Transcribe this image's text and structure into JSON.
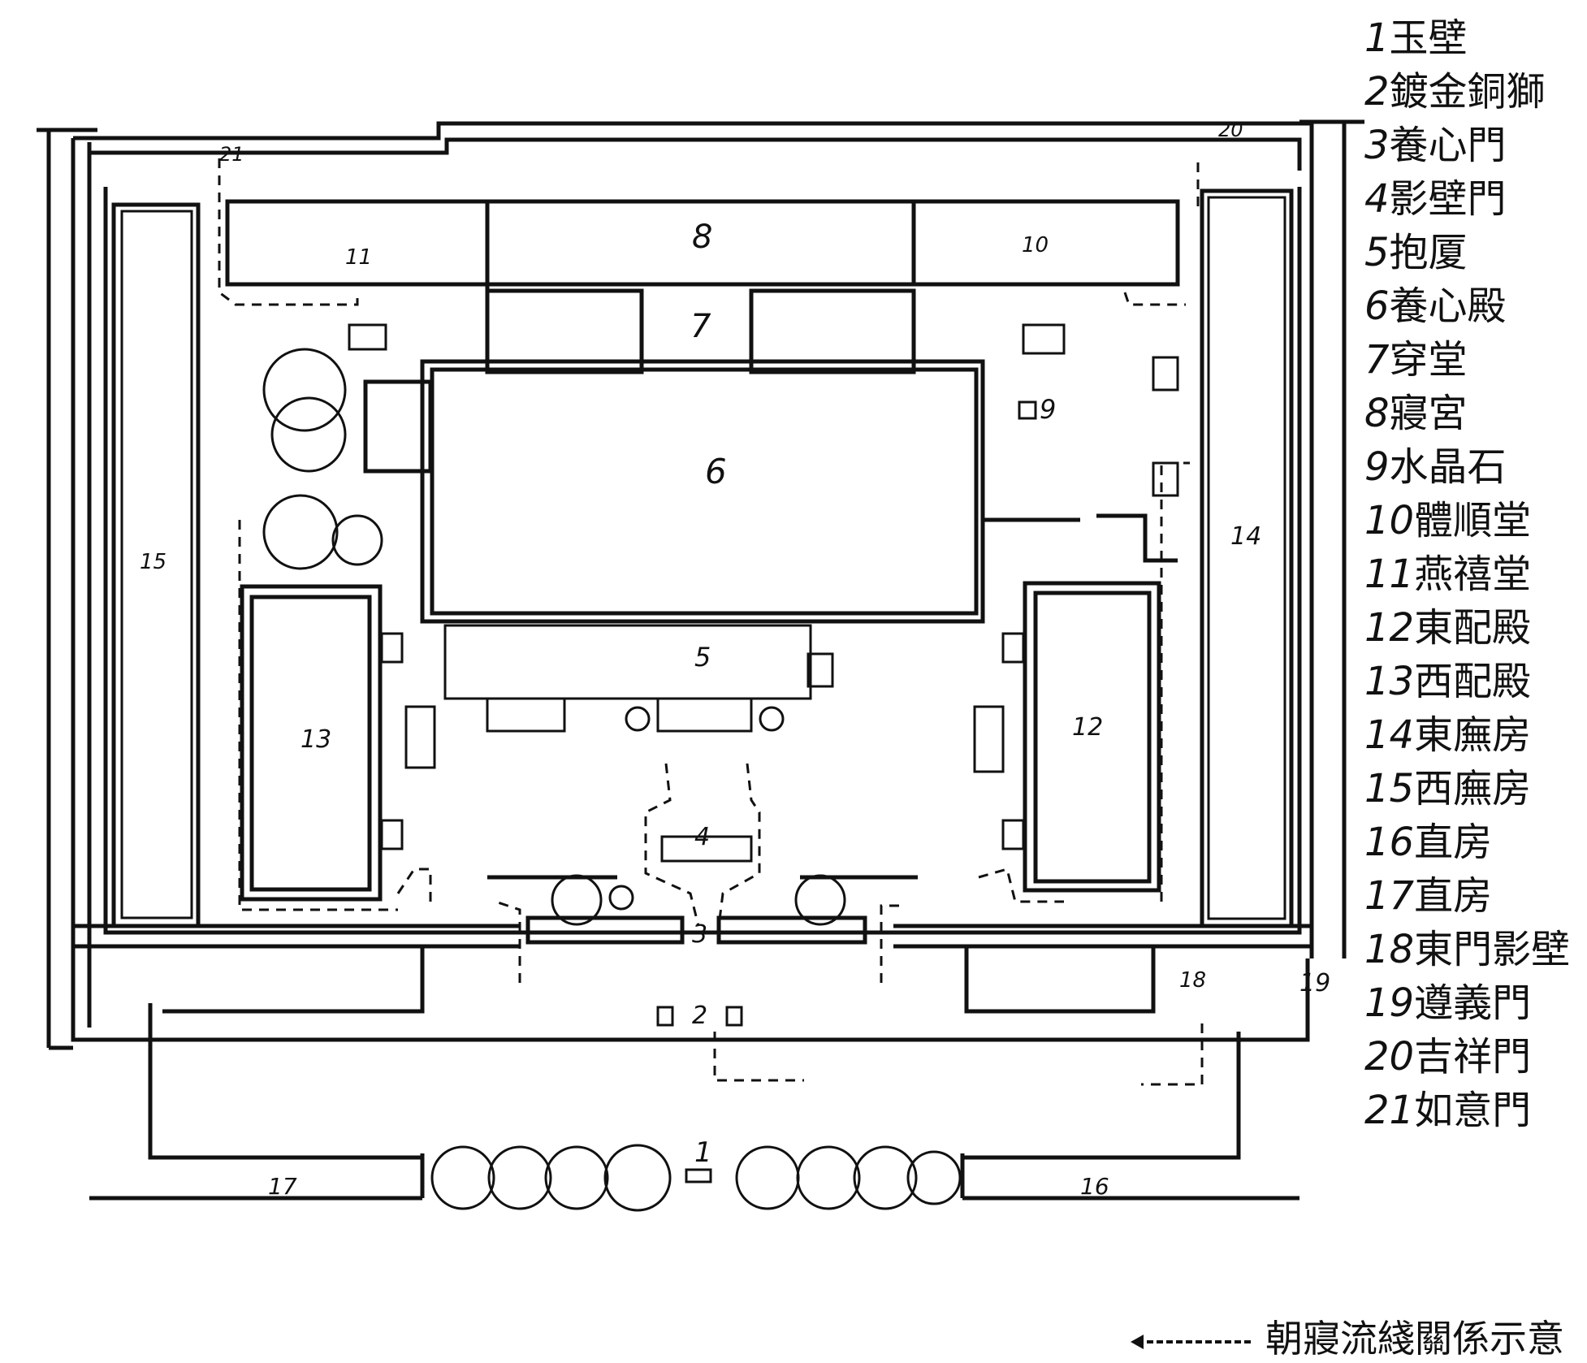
{
  "legend": {
    "items": [
      {
        "num": "1",
        "name": "玉壁"
      },
      {
        "num": "2",
        "name": "鍍金銅獅"
      },
      {
        "num": "3",
        "name": "養心門"
      },
      {
        "num": "4",
        "name": "影壁門"
      },
      {
        "num": "5",
        "name": "抱厦"
      },
      {
        "num": "6",
        "name": "養心殿"
      },
      {
        "num": "7",
        "name": "穿堂"
      },
      {
        "num": "8",
        "name": "寢宮"
      },
      {
        "num": "9",
        "name": "水晶石"
      },
      {
        "num": "10",
        "name": "體順堂"
      },
      {
        "num": "11",
        "name": "燕禧堂"
      },
      {
        "num": "12",
        "name": "東配殿"
      },
      {
        "num": "13",
        "name": "西配殿"
      },
      {
        "num": "14",
        "name": "東廡房"
      },
      {
        "num": "15",
        "name": "西廡房"
      },
      {
        "num": "16",
        "name": "直房"
      },
      {
        "num": "17",
        "name": "直房"
      },
      {
        "num": "18",
        "name": "東門影壁"
      },
      {
        "num": "19",
        "name": "遵義門"
      },
      {
        "num": "20",
        "name": "吉祥門"
      },
      {
        "num": "21",
        "name": "如意門"
      }
    ],
    "caption": "朝寢流綫關係示意"
  },
  "plan_labels": {
    "l1": "1",
    "l2": "2",
    "l3": "3",
    "l4": "4",
    "l5": "5",
    "l6": "6",
    "l7": "7",
    "l8": "8",
    "l9": "9",
    "l10": "10",
    "l11": "11",
    "l12": "12",
    "l13": "13",
    "l14": "14",
    "l15": "15",
    "l16": "16",
    "l17": "17",
    "l18": "18",
    "l19": "19",
    "l20": "20",
    "l21": "21"
  }
}
